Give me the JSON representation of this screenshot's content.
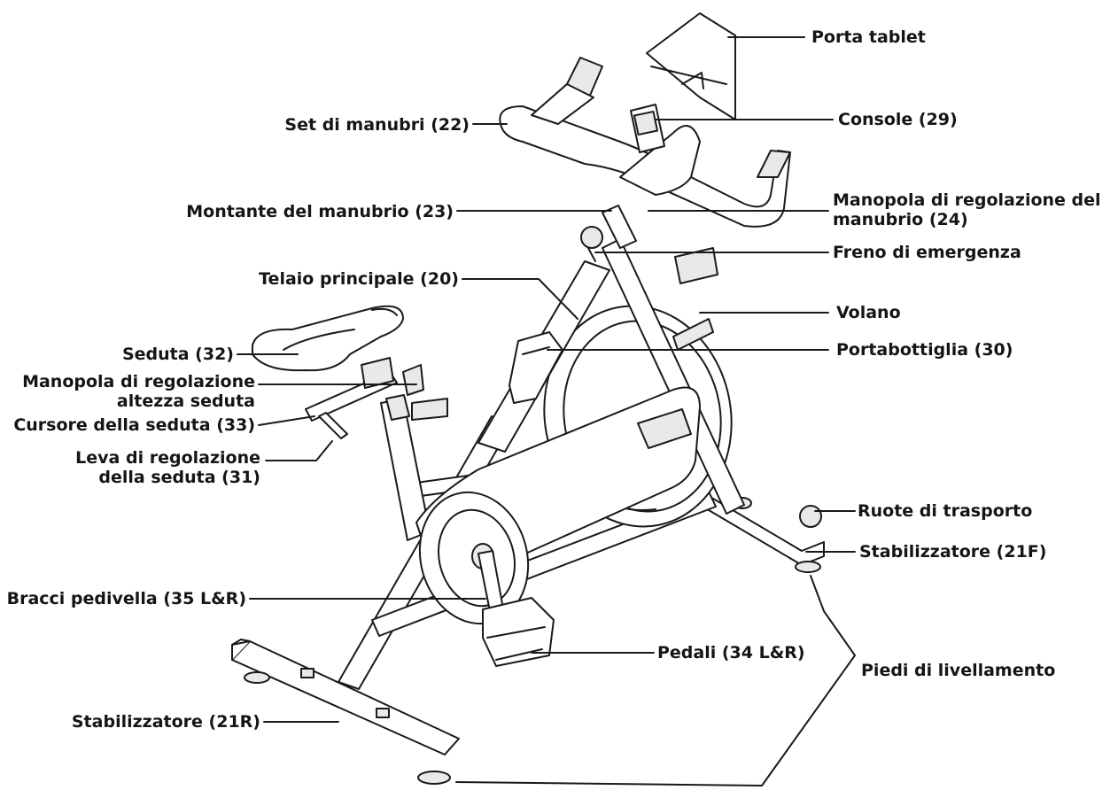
{
  "labels": {
    "porta_tablet": "Porta tablet",
    "console": "Console (29)",
    "set_manubri": "Set di manubri (22)",
    "manopola_manubrio_1": "Manopola di regolazione del",
    "manopola_manubrio_2": "manubrio (24)",
    "montante_manubrio": "Montante del manubrio (23)",
    "freno_emergenza": "Freno di emergenza",
    "telaio_principale": "Telaio principale (20)",
    "volano": "Volano",
    "seduta": "Seduta (32)",
    "portabottiglia": "Portabottiglia (30)",
    "manopola_seduta_1": "Manopola di regolazione",
    "manopola_seduta_2": "altezza seduta",
    "cursore_seduta": "Cursore della seduta (33)",
    "leva_seduta_1": "Leva di regolazione",
    "leva_seduta_2": "della seduta (31)",
    "ruote_trasporto": "Ruote di trasporto",
    "stabilizzatore_f": "Stabilizzatore (21F)",
    "bracci_pedivella": "Bracci pedivella (35 L&R)",
    "pedali": "Pedali (34 L&R)",
    "piedi_livellamento": "Piedi di livellamento",
    "stabilizzatore_r": "Stabilizzatore (21R)"
  },
  "colors": {
    "line": "#1a1a1a",
    "fill_light": "#ffffff",
    "fill_shade": "#e9e9e9"
  }
}
